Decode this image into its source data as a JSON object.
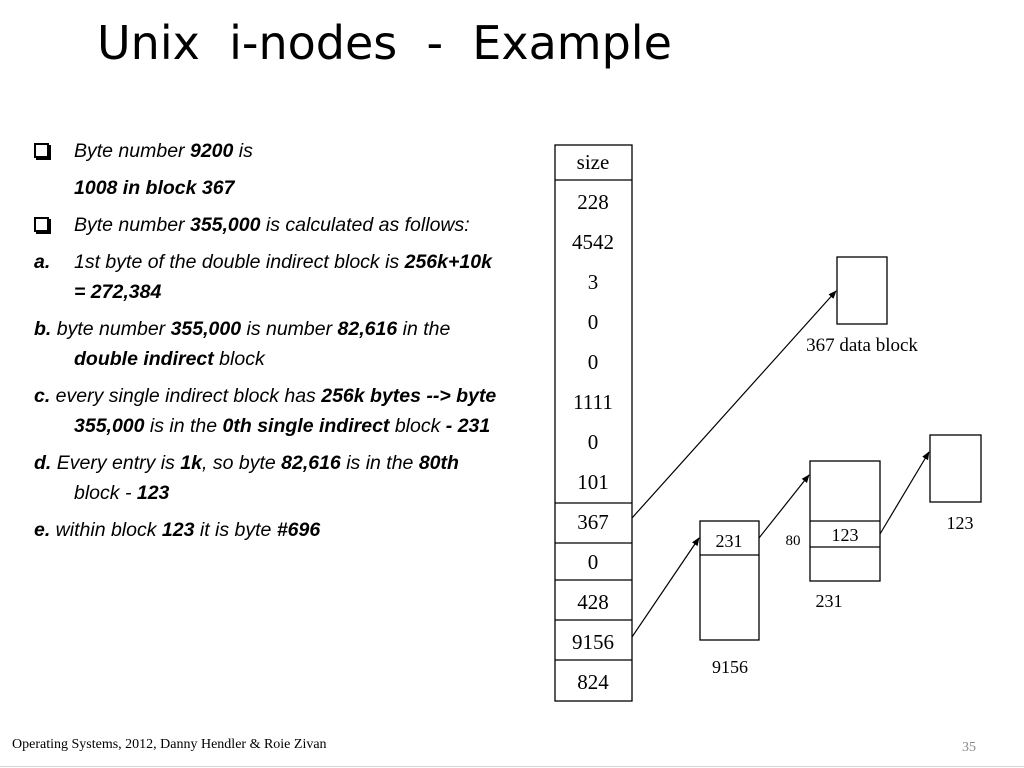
{
  "title": "Unix  i-nodes  -  Example",
  "bullets": {
    "b1_l1": [
      "Byte number ",
      "9200",
      " is"
    ],
    "b1_l2": "1008 in block 367",
    "b2": [
      "Byte number  ",
      "355,000",
      " is calculated as follows:"
    ],
    "a": [
      "a.",
      "1st byte of the double indirect block is ",
      "256k+10k = 272,384"
    ],
    "b": [
      "b.",
      " byte number ",
      "355,000",
      " is number ",
      "82,616",
      " in the ",
      "double indirect",
      " block"
    ],
    "c": [
      "c.",
      " every single indirect block has ",
      "256k bytes --> byte 355,000",
      " is in the ",
      "0th single indirect",
      " block ",
      "- 231"
    ],
    "d": [
      "d.",
      "  Every entry is ",
      "1k",
      ", so byte ",
      "82,616",
      " is in the ",
      "80th",
      " block - ",
      "123"
    ],
    "e": [
      "e.",
      " within block ",
      "123",
      " it is byte  ",
      "#696"
    ]
  },
  "inode": {
    "cells": [
      "size",
      "228",
      "4542",
      "3",
      "0",
      "0",
      "1111",
      "0",
      "101",
      "367",
      "0",
      "428",
      "9156",
      "824"
    ]
  },
  "blocks": {
    "data_block_label": "367 data block",
    "block_9156_entry": "231",
    "block_9156_label": "9156",
    "block_231_index": "80",
    "block_231_entry": "123",
    "block_231_label": "231",
    "block_123_label": "123"
  },
  "footer": {
    "left": "Operating Systems, 2012, Danny Hendler & Roie Zivan",
    "page": "35"
  }
}
